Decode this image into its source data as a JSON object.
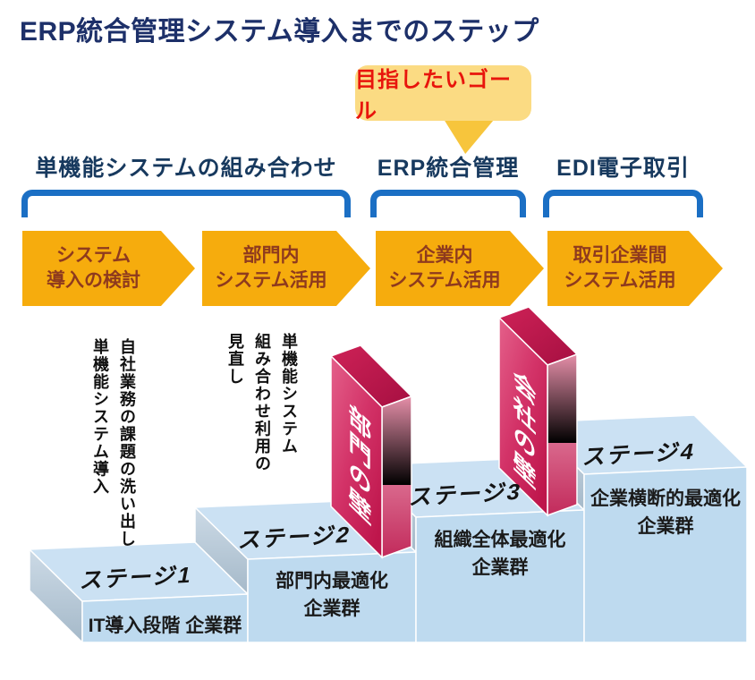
{
  "title": "ERP統合管理システム導入までのステップ",
  "goal_callout": {
    "label": "目指したいゴール"
  },
  "phases": [
    {
      "label": "単機能システムの組み合わせ"
    },
    {
      "label": "ERP統合管理"
    },
    {
      "label": "EDI電子取引"
    }
  ],
  "process_arrows": [
    {
      "line1": "システム",
      "line2": "導入の検討"
    },
    {
      "line1": "部門内",
      "line2": "システム活用"
    },
    {
      "line1": "企業内",
      "line2": "システム活用"
    },
    {
      "line1": "取引企業間",
      "line2": "システム活用"
    }
  ],
  "annotations": [
    {
      "lines": "自社業務の課題の洗い出し\n単機能システム導入"
    },
    {
      "lines": "単機能システム\n組み合わせ利用の\n見直し"
    }
  ],
  "stages": [
    {
      "stage_label": "ステージ1",
      "description": "IT導入段階 企業群"
    },
    {
      "stage_label": "ステージ2",
      "description": "部門内最適化\n企業群"
    },
    {
      "stage_label": "ステージ3",
      "description": "組織全体最適化\n企業群"
    },
    {
      "stage_label": "ステージ4",
      "description": "企業横断的最適化\n企業群"
    }
  ],
  "walls": [
    {
      "label": "部門の壁"
    },
    {
      "label": "会社の壁"
    }
  ],
  "colors": {
    "title_navy": "#1D3069",
    "phase_label_navy": "#17395E",
    "bracket_blue": "#1B6FC4",
    "arrow_amber": "#F6AC0D",
    "arrow_text_maroon": "#8E3A1E",
    "bubble_fill": "#FBDB83",
    "bubble_tail": "#F7C53C",
    "bubble_text_red": "#E8150C",
    "step_top_blue": "#CBE1F3",
    "step_front_blue": "#BEDAEF",
    "step_side_gray": "#B6C7D5",
    "wall_crimson": "#C01B4F",
    "wall_text": "#FFFFFF"
  }
}
